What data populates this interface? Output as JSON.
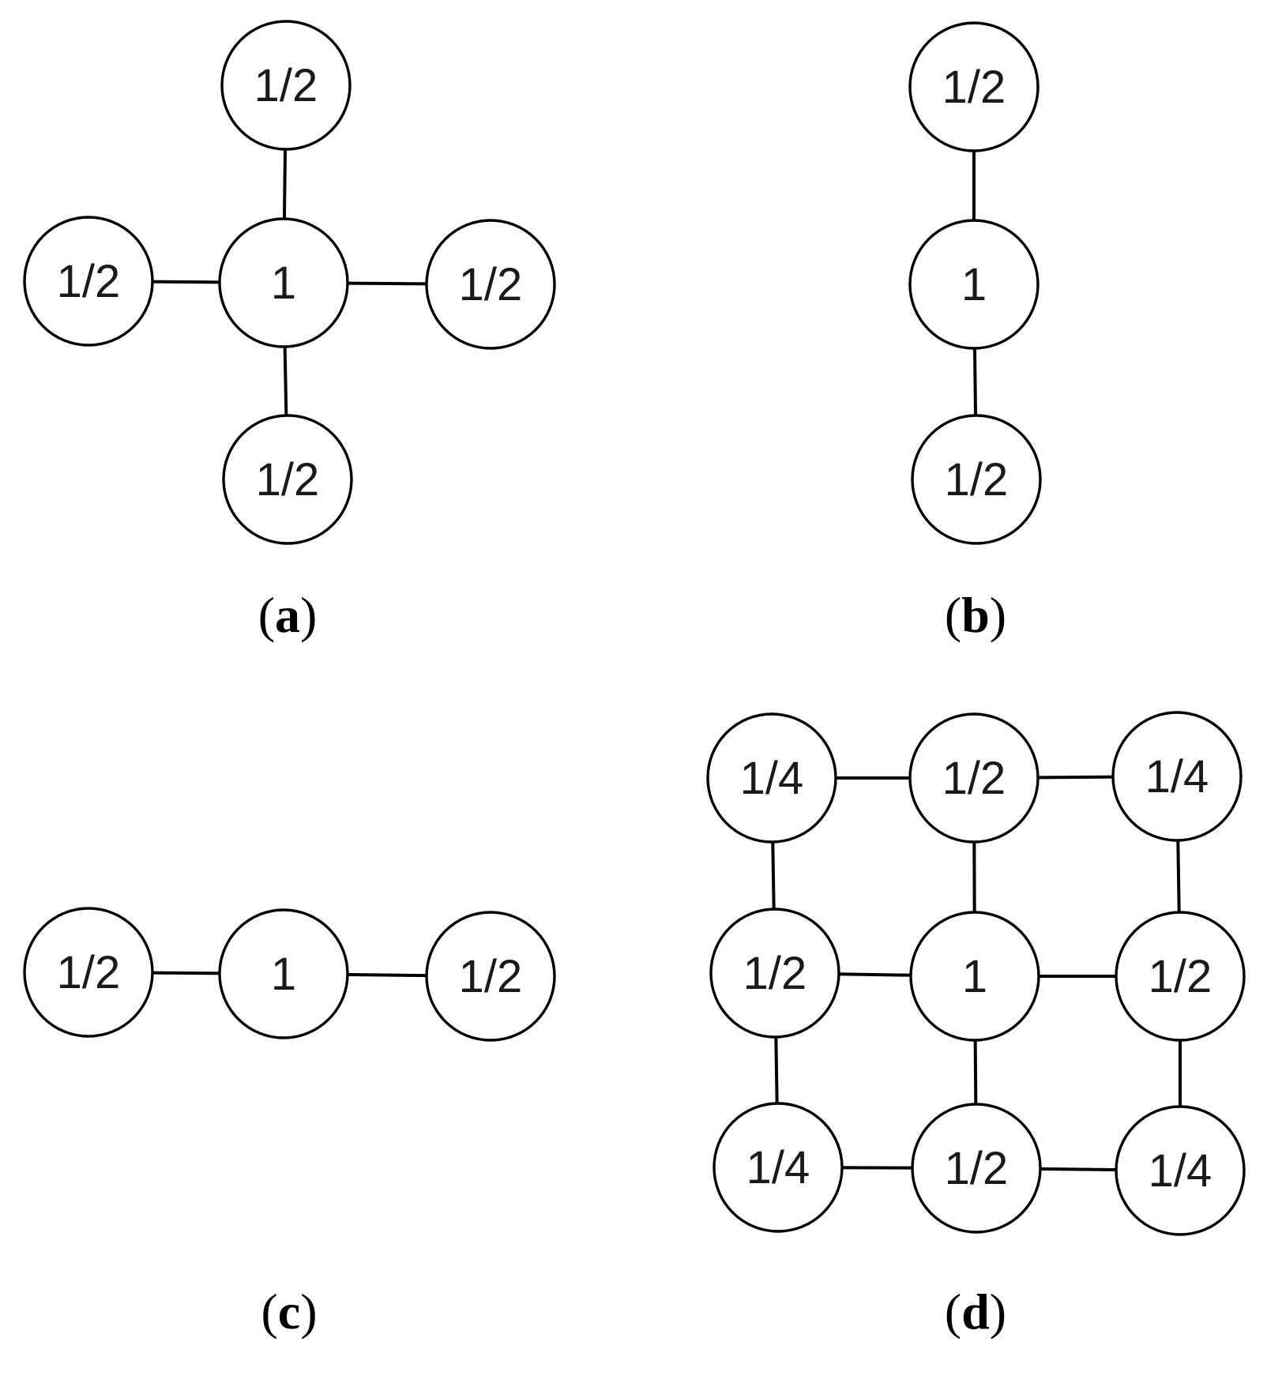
{
  "panels": [
    {
      "id": "a",
      "caption": "a",
      "nodes": [
        {
          "id": "a-top",
          "label": "1/2"
        },
        {
          "id": "a-left",
          "label": "1/2"
        },
        {
          "id": "a-center",
          "label": "1"
        },
        {
          "id": "a-right",
          "label": "1/2"
        },
        {
          "id": "a-bottom",
          "label": "1/2"
        }
      ],
      "edges": [
        [
          "a-top",
          "a-center"
        ],
        [
          "a-left",
          "a-center"
        ],
        [
          "a-center",
          "a-right"
        ],
        [
          "a-center",
          "a-bottom"
        ]
      ]
    },
    {
      "id": "b",
      "caption": "b",
      "nodes": [
        {
          "id": "b-top",
          "label": "1/2"
        },
        {
          "id": "b-center",
          "label": "1"
        },
        {
          "id": "b-bottom",
          "label": "1/2"
        }
      ],
      "edges": [
        [
          "b-top",
          "b-center"
        ],
        [
          "b-center",
          "b-bottom"
        ]
      ]
    },
    {
      "id": "c",
      "caption": "c",
      "nodes": [
        {
          "id": "c-left",
          "label": "1/2"
        },
        {
          "id": "c-center",
          "label": "1"
        },
        {
          "id": "c-right",
          "label": "1/2"
        }
      ],
      "edges": [
        [
          "c-left",
          "c-center"
        ],
        [
          "c-center",
          "c-right"
        ]
      ]
    },
    {
      "id": "d",
      "caption": "d",
      "nodes": [
        {
          "id": "d-00",
          "label": "1/4"
        },
        {
          "id": "d-01",
          "label": "1/2"
        },
        {
          "id": "d-02",
          "label": "1/4"
        },
        {
          "id": "d-10",
          "label": "1/2"
        },
        {
          "id": "d-11",
          "label": "1"
        },
        {
          "id": "d-12",
          "label": "1/2"
        },
        {
          "id": "d-20",
          "label": "1/4"
        },
        {
          "id": "d-21",
          "label": "1/2"
        },
        {
          "id": "d-22",
          "label": "1/4"
        }
      ],
      "edges": [
        [
          "d-00",
          "d-01"
        ],
        [
          "d-01",
          "d-02"
        ],
        [
          "d-10",
          "d-11"
        ],
        [
          "d-11",
          "d-12"
        ],
        [
          "d-20",
          "d-21"
        ],
        [
          "d-21",
          "d-22"
        ],
        [
          "d-00",
          "d-10"
        ],
        [
          "d-10",
          "d-20"
        ],
        [
          "d-01",
          "d-11"
        ],
        [
          "d-11",
          "d-21"
        ],
        [
          "d-02",
          "d-12"
        ],
        [
          "d-12",
          "d-22"
        ]
      ]
    }
  ]
}
